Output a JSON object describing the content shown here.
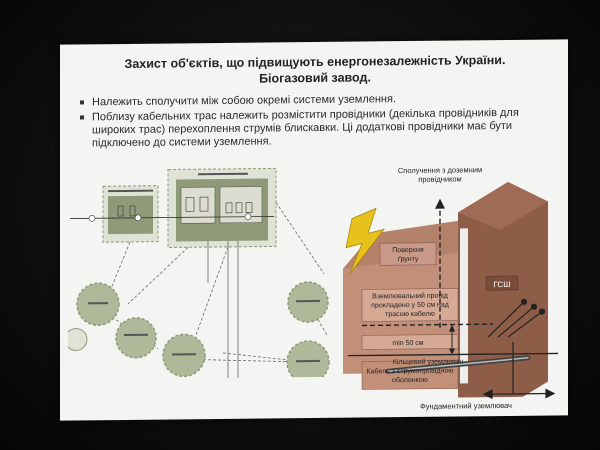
{
  "slide": {
    "title_line1": "Захист об'єктів, що підвищують енергонезалежність України.",
    "title_line2": "Біогазовий завод.",
    "bullets": [
      "Належить сполучити між собою окремі системи уземлення.",
      "Поблизу кабельних трас належить розмістити провідники (декілька провідників для широких трас) перехоплення струмів блискавки. Ці додаткові провідники має бути підключено до системи уземлення."
    ]
  },
  "right_diagram": {
    "label_connection": [
      "Сполучення з доземним",
      "провідником"
    ],
    "label_ground_surface": [
      "Поверхня",
      "ґрунту"
    ],
    "label_gsh": "ГСШ",
    "label_intercept": [
      "Вземлювальний провід",
      "прокладено у 50 см над",
      "трасою кабелю"
    ],
    "label_distance": "min 50 см",
    "label_ring": "Кільцевий уземлювач",
    "label_cable": [
      "Кабель з струмопровідною",
      "оболонкою"
    ],
    "label_foundation": "Фундаментний уземлювач"
  },
  "colors": {
    "brick": "#b4816a",
    "brick_dark": "#8e5d48",
    "lightning": "#e8c21c",
    "diagram_green": "#8f9a78",
    "circle_fill": "#aeb99a"
  }
}
